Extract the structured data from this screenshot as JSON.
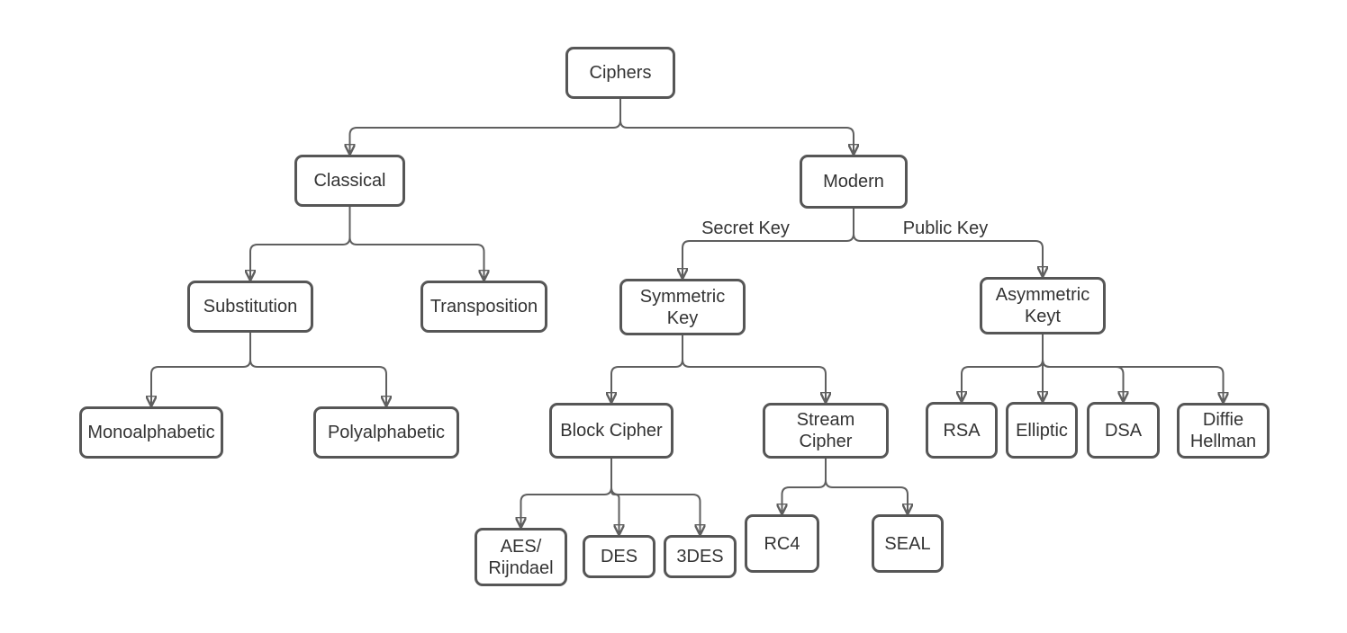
{
  "diagram": {
    "nodes": {
      "ciphers": "Ciphers",
      "classical": "Classical",
      "modern": "Modern",
      "substitution": "Substitution",
      "transposition": "Transposition",
      "symmetric_key": "Symmetric\nKey",
      "asymmetric_key": "Asymmetric\nKeyt",
      "monoalphabetic": "Monoalphabetic",
      "polyalphabetic": "Polyalphabetic",
      "block_cipher": "Block Cipher",
      "stream_cipher": "Stream\nCipher",
      "rsa": "RSA",
      "elliptic": "Elliptic",
      "dsa": "DSA",
      "diffie_hellman": "Diffie\nHellman",
      "aes_rijndael": "AES/\nRijndael",
      "des": "DES",
      "tdes": "3DES",
      "rc4": "RC4",
      "seal": "SEAL"
    },
    "edge_labels": {
      "secret_key": "Secret Key",
      "public_key": "Public Key"
    },
    "edges": [
      {
        "from": "ciphers",
        "to": "classical"
      },
      {
        "from": "ciphers",
        "to": "modern"
      },
      {
        "from": "classical",
        "to": "substitution"
      },
      {
        "from": "classical",
        "to": "transposition"
      },
      {
        "from": "modern",
        "to": "symmetric_key",
        "label": "Secret Key"
      },
      {
        "from": "modern",
        "to": "asymmetric_key",
        "label": "Public Key"
      },
      {
        "from": "substitution",
        "to": "monoalphabetic"
      },
      {
        "from": "substitution",
        "to": "polyalphabetic"
      },
      {
        "from": "symmetric_key",
        "to": "block_cipher"
      },
      {
        "from": "symmetric_key",
        "to": "stream_cipher"
      },
      {
        "from": "asymmetric_key",
        "to": "rsa"
      },
      {
        "from": "asymmetric_key",
        "to": "elliptic"
      },
      {
        "from": "asymmetric_key",
        "to": "dsa"
      },
      {
        "from": "asymmetric_key",
        "to": "diffie_hellman"
      },
      {
        "from": "block_cipher",
        "to": "aes_rijndael"
      },
      {
        "from": "block_cipher",
        "to": "des"
      },
      {
        "from": "block_cipher",
        "to": "tdes"
      },
      {
        "from": "stream_cipher",
        "to": "rc4"
      },
      {
        "from": "stream_cipher",
        "to": "seal"
      }
    ],
    "colors": {
      "node_border": "#565656",
      "connector": "#5f5f5f",
      "text": "#333333",
      "background": "#ffffff"
    }
  }
}
